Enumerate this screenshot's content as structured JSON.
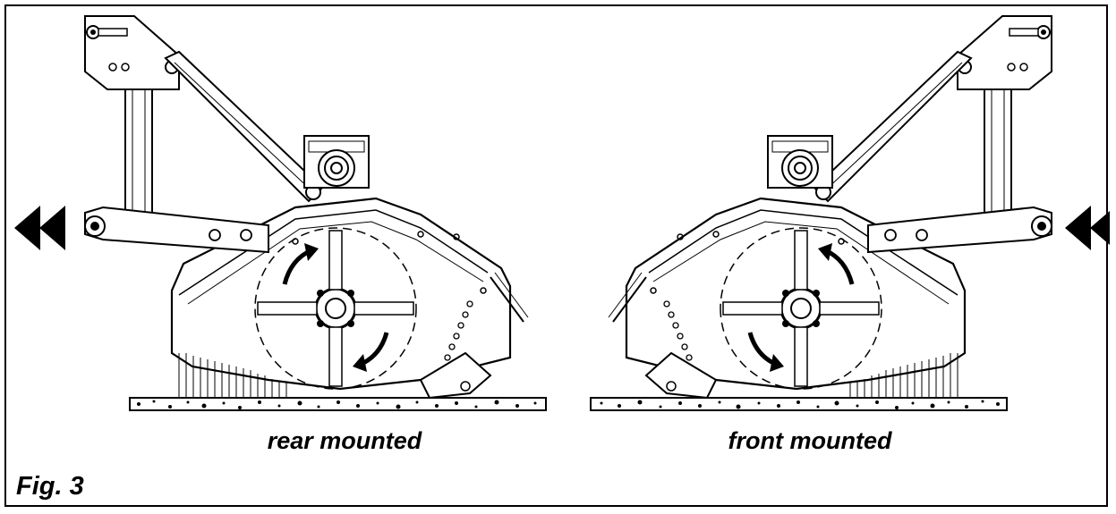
{
  "captions": {
    "left": "rear mounted",
    "right": "front mounted"
  },
  "figure_label": "Fig. 3",
  "icons": {
    "left_direction": "double-chevron-left-icon",
    "right_direction": "double-chevron-left-icon",
    "rotation": "curved-arrow-icon"
  },
  "colors": {
    "line": "#000000",
    "background": "#ffffff"
  }
}
